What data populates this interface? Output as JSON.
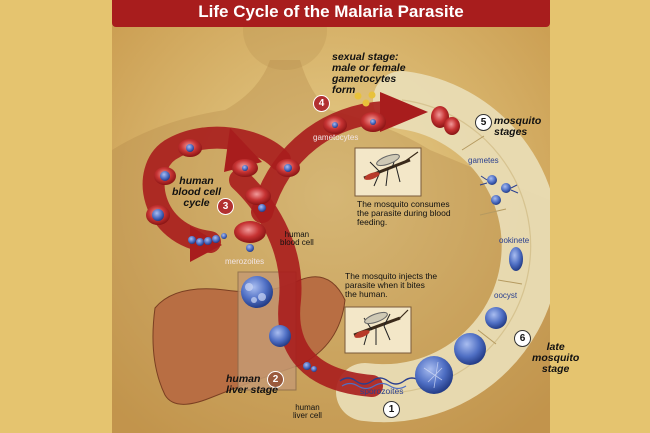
{
  "title": "Life Cycle of the Malaria Parasite",
  "stages": [
    {
      "num": "1",
      "label": "sporozoites"
    },
    {
      "num": "2",
      "label": "human\nliver stage"
    },
    {
      "num": "3",
      "label": "human\nblood cell\ncycle"
    },
    {
      "num": "4",
      "label": "sexual stage:\nmale or female\ngametocytes\nform"
    },
    {
      "num": "5",
      "label": "mosquito\nstages"
    },
    {
      "num": "6",
      "label": "late\nmosquito\nstage"
    }
  ],
  "labels": {
    "gametocytes": "gametocytes",
    "gametes": "gametes",
    "ookinete": "ookinete",
    "oocyst": "oocyst",
    "merozoites": "merozoites",
    "human_blood_cell": "human\nblood cell",
    "human_liver_cell": "human\nliver cell"
  },
  "notes": {
    "feeding": "The mosquito consumes\nthe parasite during blood\nfeeding.",
    "injecting": "The mosquito injects the\nparasite when it bites\nthe human."
  },
  "colors": {
    "background": "#e5c46f",
    "arrow_red": "#a81d1d",
    "ring": "#f2e6c3",
    "parasite_blue": "#4f6fc4",
    "liver": "#b86e43"
  }
}
